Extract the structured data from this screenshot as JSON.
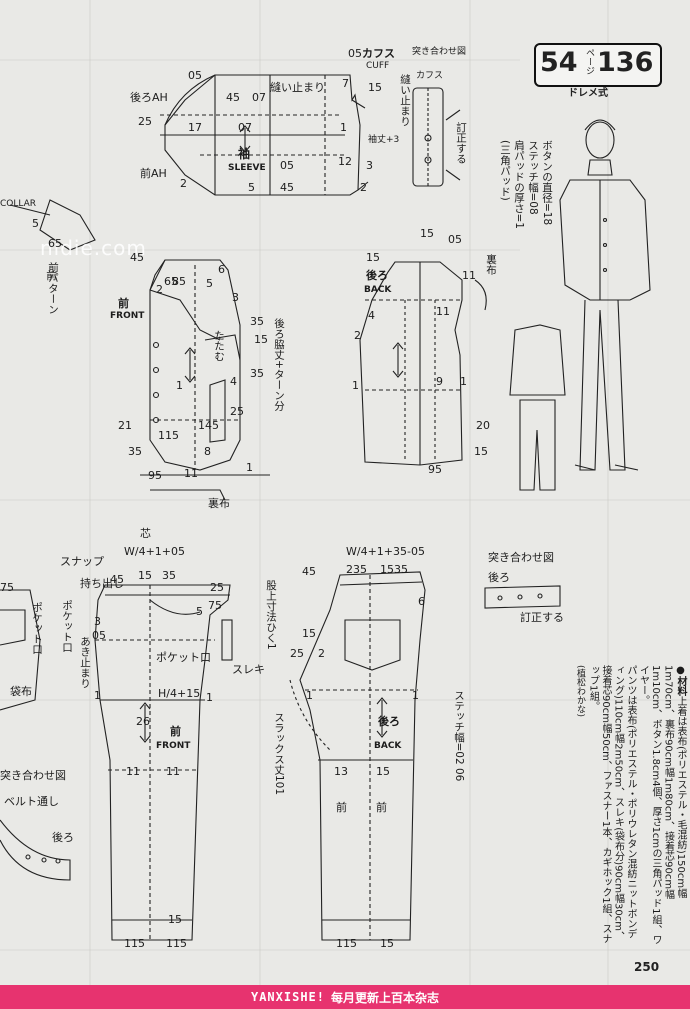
{
  "header": {
    "badge_number": "54",
    "badge_page_label": "ページ",
    "badge_pattern": "136",
    "style": "ドレメ式"
  },
  "watermark": "nidie.com",
  "sleeve": {
    "cuff_ja": "カフス",
    "cuff_en": "CUFF",
    "cuff_joined_label": "突き合わせ図",
    "cuff_joined_part": "カフス",
    "stitch_stop": "縫い止まり",
    "ease": "縫い止まり",
    "sleeve_ja": "袖",
    "sleeve_en": "SLEEVE",
    "back_ah": "後ろAH",
    "front_ah": "前AH",
    "sleeve_width": "袖丈+3",
    "tuck_note": "訂正する",
    "n05a": "05",
    "n05b": "05",
    "n45": "45",
    "n07a": "07",
    "n07b": "07",
    "n7a": "7",
    "n15": "15",
    "n25": "25",
    "n17": "17",
    "n12": "12",
    "n05c": "05",
    "n5": "5",
    "n45b": "45",
    "n2a": "2",
    "n2b": "2",
    "n1": "1",
    "n3": "3"
  },
  "jacket_front": {
    "label_ja": "前",
    "label_en": "FRONT",
    "collar": "COLLAR",
    "lining": "裏布",
    "interfacing": "芯",
    "front_pattern": "前パターン",
    "fold": "たたむ",
    "side_note": "後ろ脇丈+ターン分",
    "n45": "45",
    "n6": "6",
    "n65": "65",
    "n85": "85",
    "n5": "5",
    "n2": "2",
    "n3": "3",
    "n35a": "35",
    "n35b": "35",
    "n15": "15",
    "n4": "4",
    "n25": "25",
    "n21": "21",
    "n115": "115",
    "n145": "145",
    "n8": "8",
    "n35c": "35",
    "n95": "95",
    "n11": "11",
    "n1a": "1",
    "n1b": "1"
  },
  "jacket_back": {
    "label_ja": "後ろ",
    "label_en": "BACK",
    "lining": "裏布",
    "n15a": "15",
    "n05": "05",
    "n15b": "15",
    "n11a": "11",
    "n4": "4",
    "n2": "2",
    "n11b": "11",
    "n1a": "1",
    "n9": "9",
    "n1b": "1",
    "n20": "20",
    "n95": "95",
    "n15c": "15"
  },
  "notes_jacket": {
    "button": "ボタンの直径=18",
    "stitch": "ステッチ幅=08",
    "pad": "肩パッドの厚さ=1",
    "pad_type": "(三角パッド)"
  },
  "pants_front": {
    "label_ja": "前",
    "label_en": "FRONT",
    "formula_w": "W/4+1+05",
    "snap": "スナップ",
    "extend": "持ち出し",
    "opening": "あき止まり",
    "pocket_mouth": "ポケット口",
    "pocket_mouth2": "ポケット口",
    "slacks": "スレキ",
    "hip_formula": "H/4+15",
    "crotch_note": "股上寸法ひく1",
    "slacks_length": "スラックス丈101",
    "n45": "45",
    "n15": "15",
    "n35": "35",
    "n25": "25",
    "n5": "5",
    "n75": "75",
    "n3": "3",
    "n05": "05",
    "n26": "26",
    "n11a": "11",
    "n11b": "11",
    "n15b": "15",
    "n115a": "115",
    "n115b": "115",
    "n1a": "1",
    "n1b": "1"
  },
  "pants_back": {
    "label_ja": "後ろ",
    "label_en": "BACK",
    "formula_w": "W/4+1+35-05",
    "front_ref": "前",
    "front_ref2": "前",
    "n45": "45",
    "n235": "235",
    "n1535": "1535",
    "n6": "6",
    "n15a": "15",
    "n25": "25",
    "n2": "2",
    "n1a": "1",
    "n1b": "1",
    "n13": "13",
    "n15b": "15",
    "n115": "115",
    "n15c": "15"
  },
  "waistband": {
    "joined": "突き合わせ図",
    "back": "後ろ",
    "tuck_note": "訂正する",
    "belt_loop": "ベルト通し",
    "back2": "後ろ",
    "joined2": "突き合わせ図"
  },
  "left_partial": {
    "front_ja": "前",
    "fabric": "袋布",
    "pocket": "ポケット口",
    "n75": "75",
    "n5": "5",
    "n65": "65"
  },
  "stitch_width": "ステッチ幅=02 06",
  "materials": {
    "heading": "●材料",
    "jacket": "上着は表布(ポリエステル・毛混紡)150cm幅1m70cm、裏布90cm幅1m80cm、接着芯90cm幅1m10cm、ボタン1.8cm4個、厚さ1cmの三角パッド1組、ワイヤー。",
    "pants": "パンツは表布(ポリエステル・ポリウレタン混紡ニットボンディング)110cm幅2m50cm、スレキ(袋布分)90cm幅30cm、接着芯90cm幅50cm、ファスナー1本、カギホック1組、スナップ1組。",
    "credit": "(植松わかな)"
  },
  "page_number": "250",
  "footer": {
    "brand": "YANXISHE!",
    "slogan": "每月更新上百本杂志"
  }
}
